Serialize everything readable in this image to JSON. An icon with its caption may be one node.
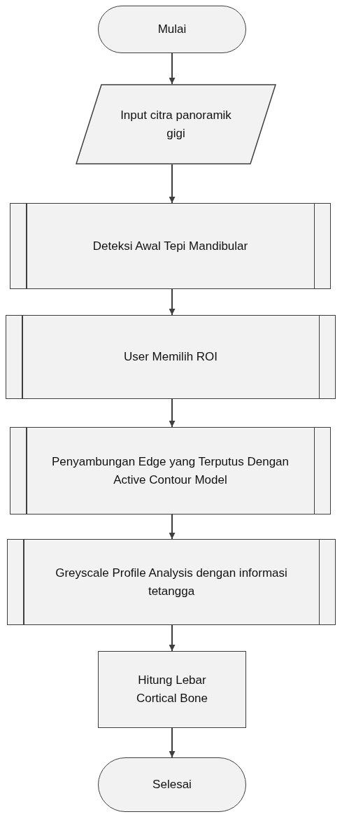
{
  "diagram": {
    "nodes": [
      {
        "text": [
          "Mulai"
        ]
      },
      {
        "text": [
          "Input citra panoramik gigi"
        ]
      },
      {
        "text": [
          "Deteksi Awal Tepi Mandibular"
        ]
      },
      {
        "text": [
          "User Memilih ROI"
        ]
      },
      {
        "text": [
          "Penyambungan Edge yang Terputus Dengan Active Contour Model"
        ]
      },
      {
        "text": [
          "Greyscale Profile Analysis dengan informasi tetangga"
        ]
      },
      {
        "text": [
          "Hitung Lebar Cortical Bone"
        ]
      },
      {
        "text": [
          "Selesai"
        ]
      }
    ],
    "edges": [
      {
        "from": 0,
        "to": 1,
        "arrow": "to"
      },
      {
        "from": 1,
        "to": 2,
        "arrow": "to"
      },
      {
        "from": 2,
        "to": 3,
        "arrow": "to"
      },
      {
        "from": 3,
        "to": 4,
        "arrow": "to"
      },
      {
        "from": 4,
        "to": 5,
        "arrow": "to"
      },
      {
        "from": 5,
        "to": 6,
        "arrow": "to"
      },
      {
        "from": 6,
        "to": 7,
        "arrow": "to"
      }
    ]
  }
}
